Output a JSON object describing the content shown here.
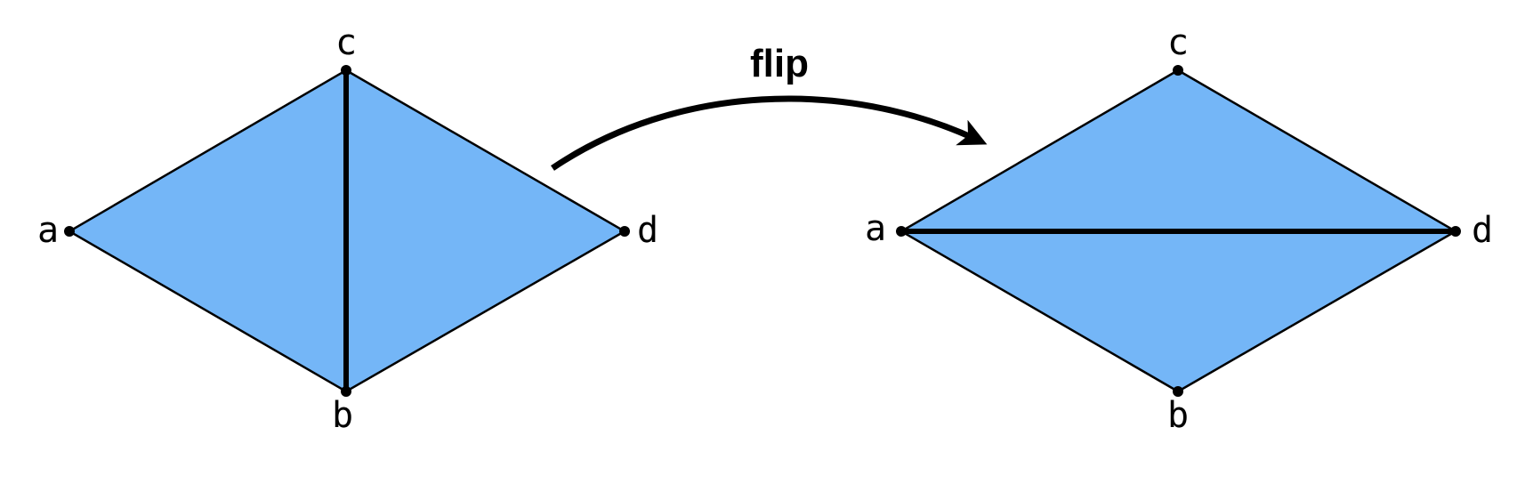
{
  "colors": {
    "fill": "#74b6f7",
    "stroke": "#000000",
    "background": "#ffffff"
  },
  "before": {
    "vertices": {
      "a": "a",
      "b": "b",
      "c": "c",
      "d": "d"
    },
    "diagonal": "c-b"
  },
  "arrow": {
    "label": "flip"
  },
  "after": {
    "vertices": {
      "a": "a",
      "b": "b",
      "c": "c",
      "d": "d"
    },
    "diagonal": "a-d"
  }
}
